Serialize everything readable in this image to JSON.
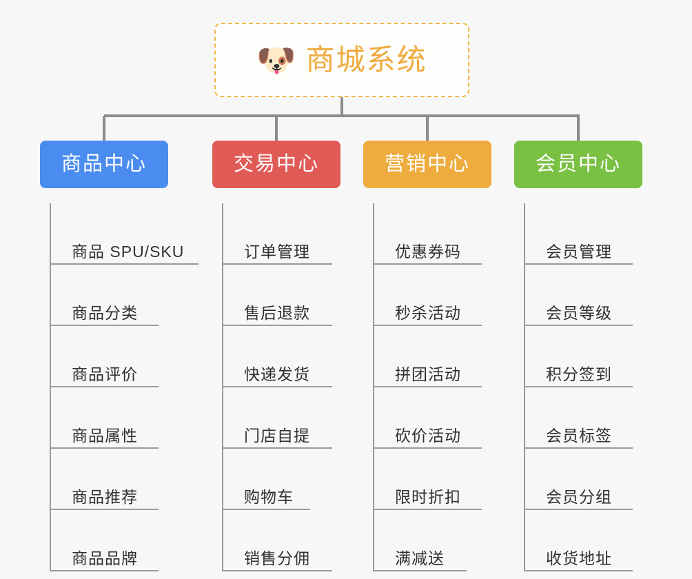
{
  "page": {
    "background_color": "#f7f7f7",
    "diagram_type": "mind-map"
  },
  "root": {
    "icon": "dog-face-icon",
    "icon_glyph": "🐶",
    "title": "商城系统",
    "text_color": "#eeab3c",
    "border_color": "#f0b849",
    "border_style": "dashed",
    "background_color": "#fefefd"
  },
  "connector": {
    "color": "#8c8c8c"
  },
  "columns": [
    {
      "id": "product-center",
      "title": "商品中心",
      "color": "#4a8cf0",
      "color_name": "blue",
      "items": [
        {
          "label": "商品 SPU/SKU",
          "width": "wide"
        },
        {
          "label": "商品分类",
          "width": "narrow"
        },
        {
          "label": "商品评价",
          "width": "narrow"
        },
        {
          "label": "商品属性",
          "width": "narrow"
        },
        {
          "label": "商品推荐",
          "width": "narrow"
        },
        {
          "label": "商品品牌",
          "width": "narrow"
        }
      ]
    },
    {
      "id": "trade-center",
      "title": "交易中心",
      "color": "#e15b56",
      "color_name": "red",
      "items": [
        {
          "label": "订单管理",
          "width": "wide"
        },
        {
          "label": "售后退款",
          "width": "wide"
        },
        {
          "label": "快递发货",
          "width": "wide"
        },
        {
          "label": "门店自提",
          "width": "wide"
        },
        {
          "label": "购物车",
          "width": "narrow"
        },
        {
          "label": "销售分佣",
          "width": "wide"
        }
      ]
    },
    {
      "id": "marketing-center",
      "title": "营销中心",
      "color": "#eeac3f",
      "color_name": "orange",
      "items": [
        {
          "label": "优惠券码",
          "width": "wide"
        },
        {
          "label": "秒杀活动",
          "width": "wide"
        },
        {
          "label": "拼团活动",
          "width": "wide"
        },
        {
          "label": "砍价活动",
          "width": "wide"
        },
        {
          "label": "限时折扣",
          "width": "wide"
        },
        {
          "label": "满减送",
          "width": "narrow"
        }
      ]
    },
    {
      "id": "member-center",
      "title": "会员中心",
      "color": "#79c043",
      "color_name": "green",
      "items": [
        {
          "label": "会员管理",
          "width": "wide"
        },
        {
          "label": "会员等级",
          "width": "wide"
        },
        {
          "label": "积分签到",
          "width": "wide"
        },
        {
          "label": "会员标签",
          "width": "wide"
        },
        {
          "label": "会员分组",
          "width": "wide"
        },
        {
          "label": "收货地址",
          "width": "wide"
        }
      ]
    }
  ]
}
